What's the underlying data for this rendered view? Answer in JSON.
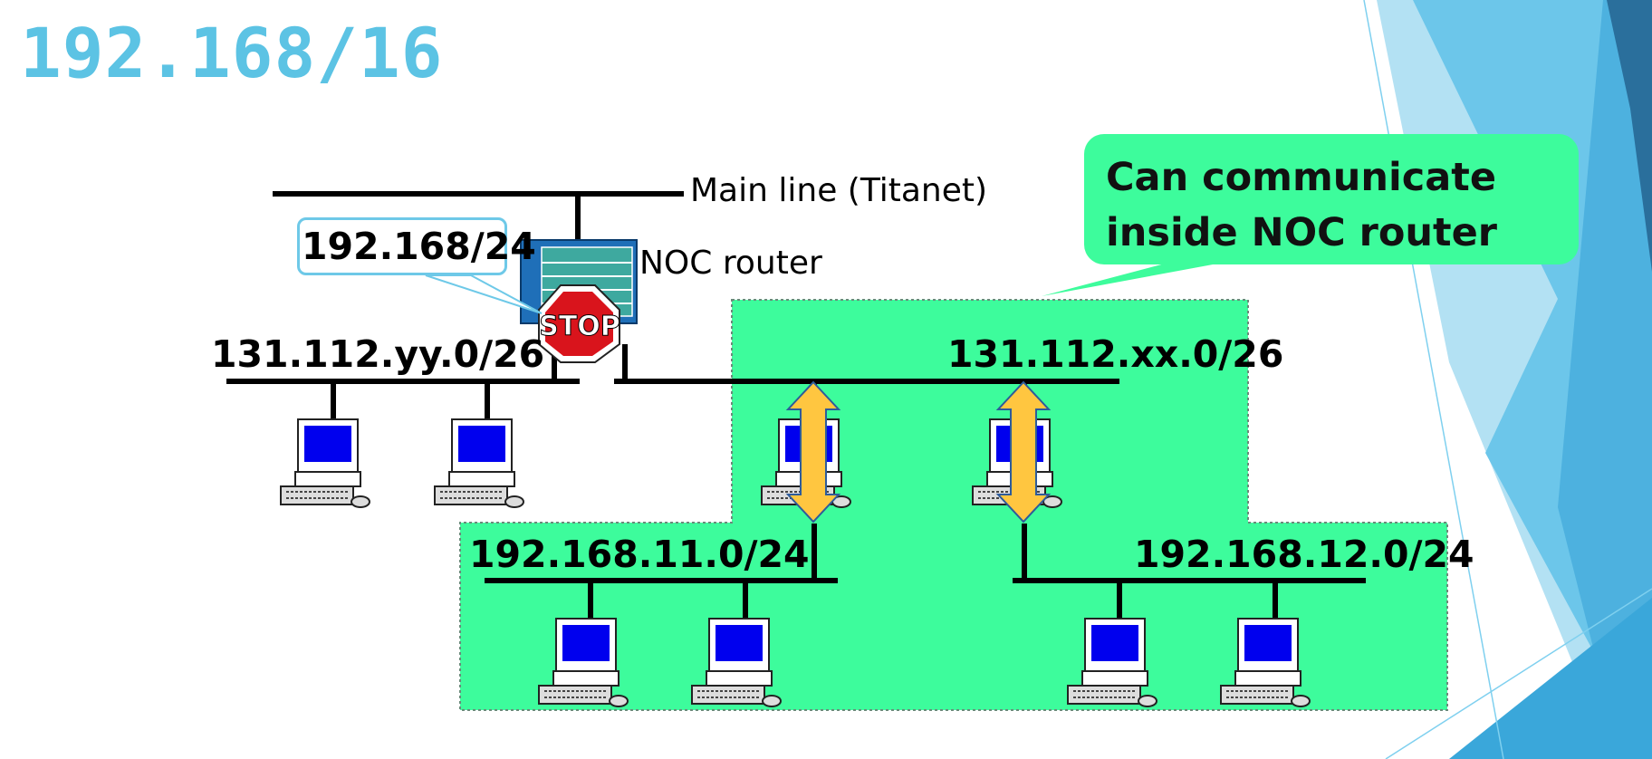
{
  "title": "192.168/16",
  "diagram": {
    "main_line_label": "Main line (Titanet)",
    "router_label": "NOC router",
    "router_filter_label": "192.168/24",
    "stop_sign_text": "STOP",
    "callout": {
      "line1": "Can communicate",
      "line2": "inside NOC router"
    },
    "networks": {
      "yy": "131.112.yy.0/26",
      "xx": "131.112.xx.0/26",
      "lan11": "192.168.11.0/24",
      "lan12": "192.168.12.0/24"
    }
  },
  "colors": {
    "title": "#5cc3e4",
    "zone_fill": "#3dfc9c",
    "arrow_fill": "#ffc640",
    "screen": "#0000ee",
    "router": "#1f6fb8",
    "stop_red": "#d9141c",
    "decor_blues": [
      "#2a6f9c",
      "#4db1df",
      "#a6dcf1"
    ]
  },
  "icons": [
    "computer-icon",
    "router-icon",
    "stop-sign-icon",
    "bidirectional-arrow-icon"
  ]
}
